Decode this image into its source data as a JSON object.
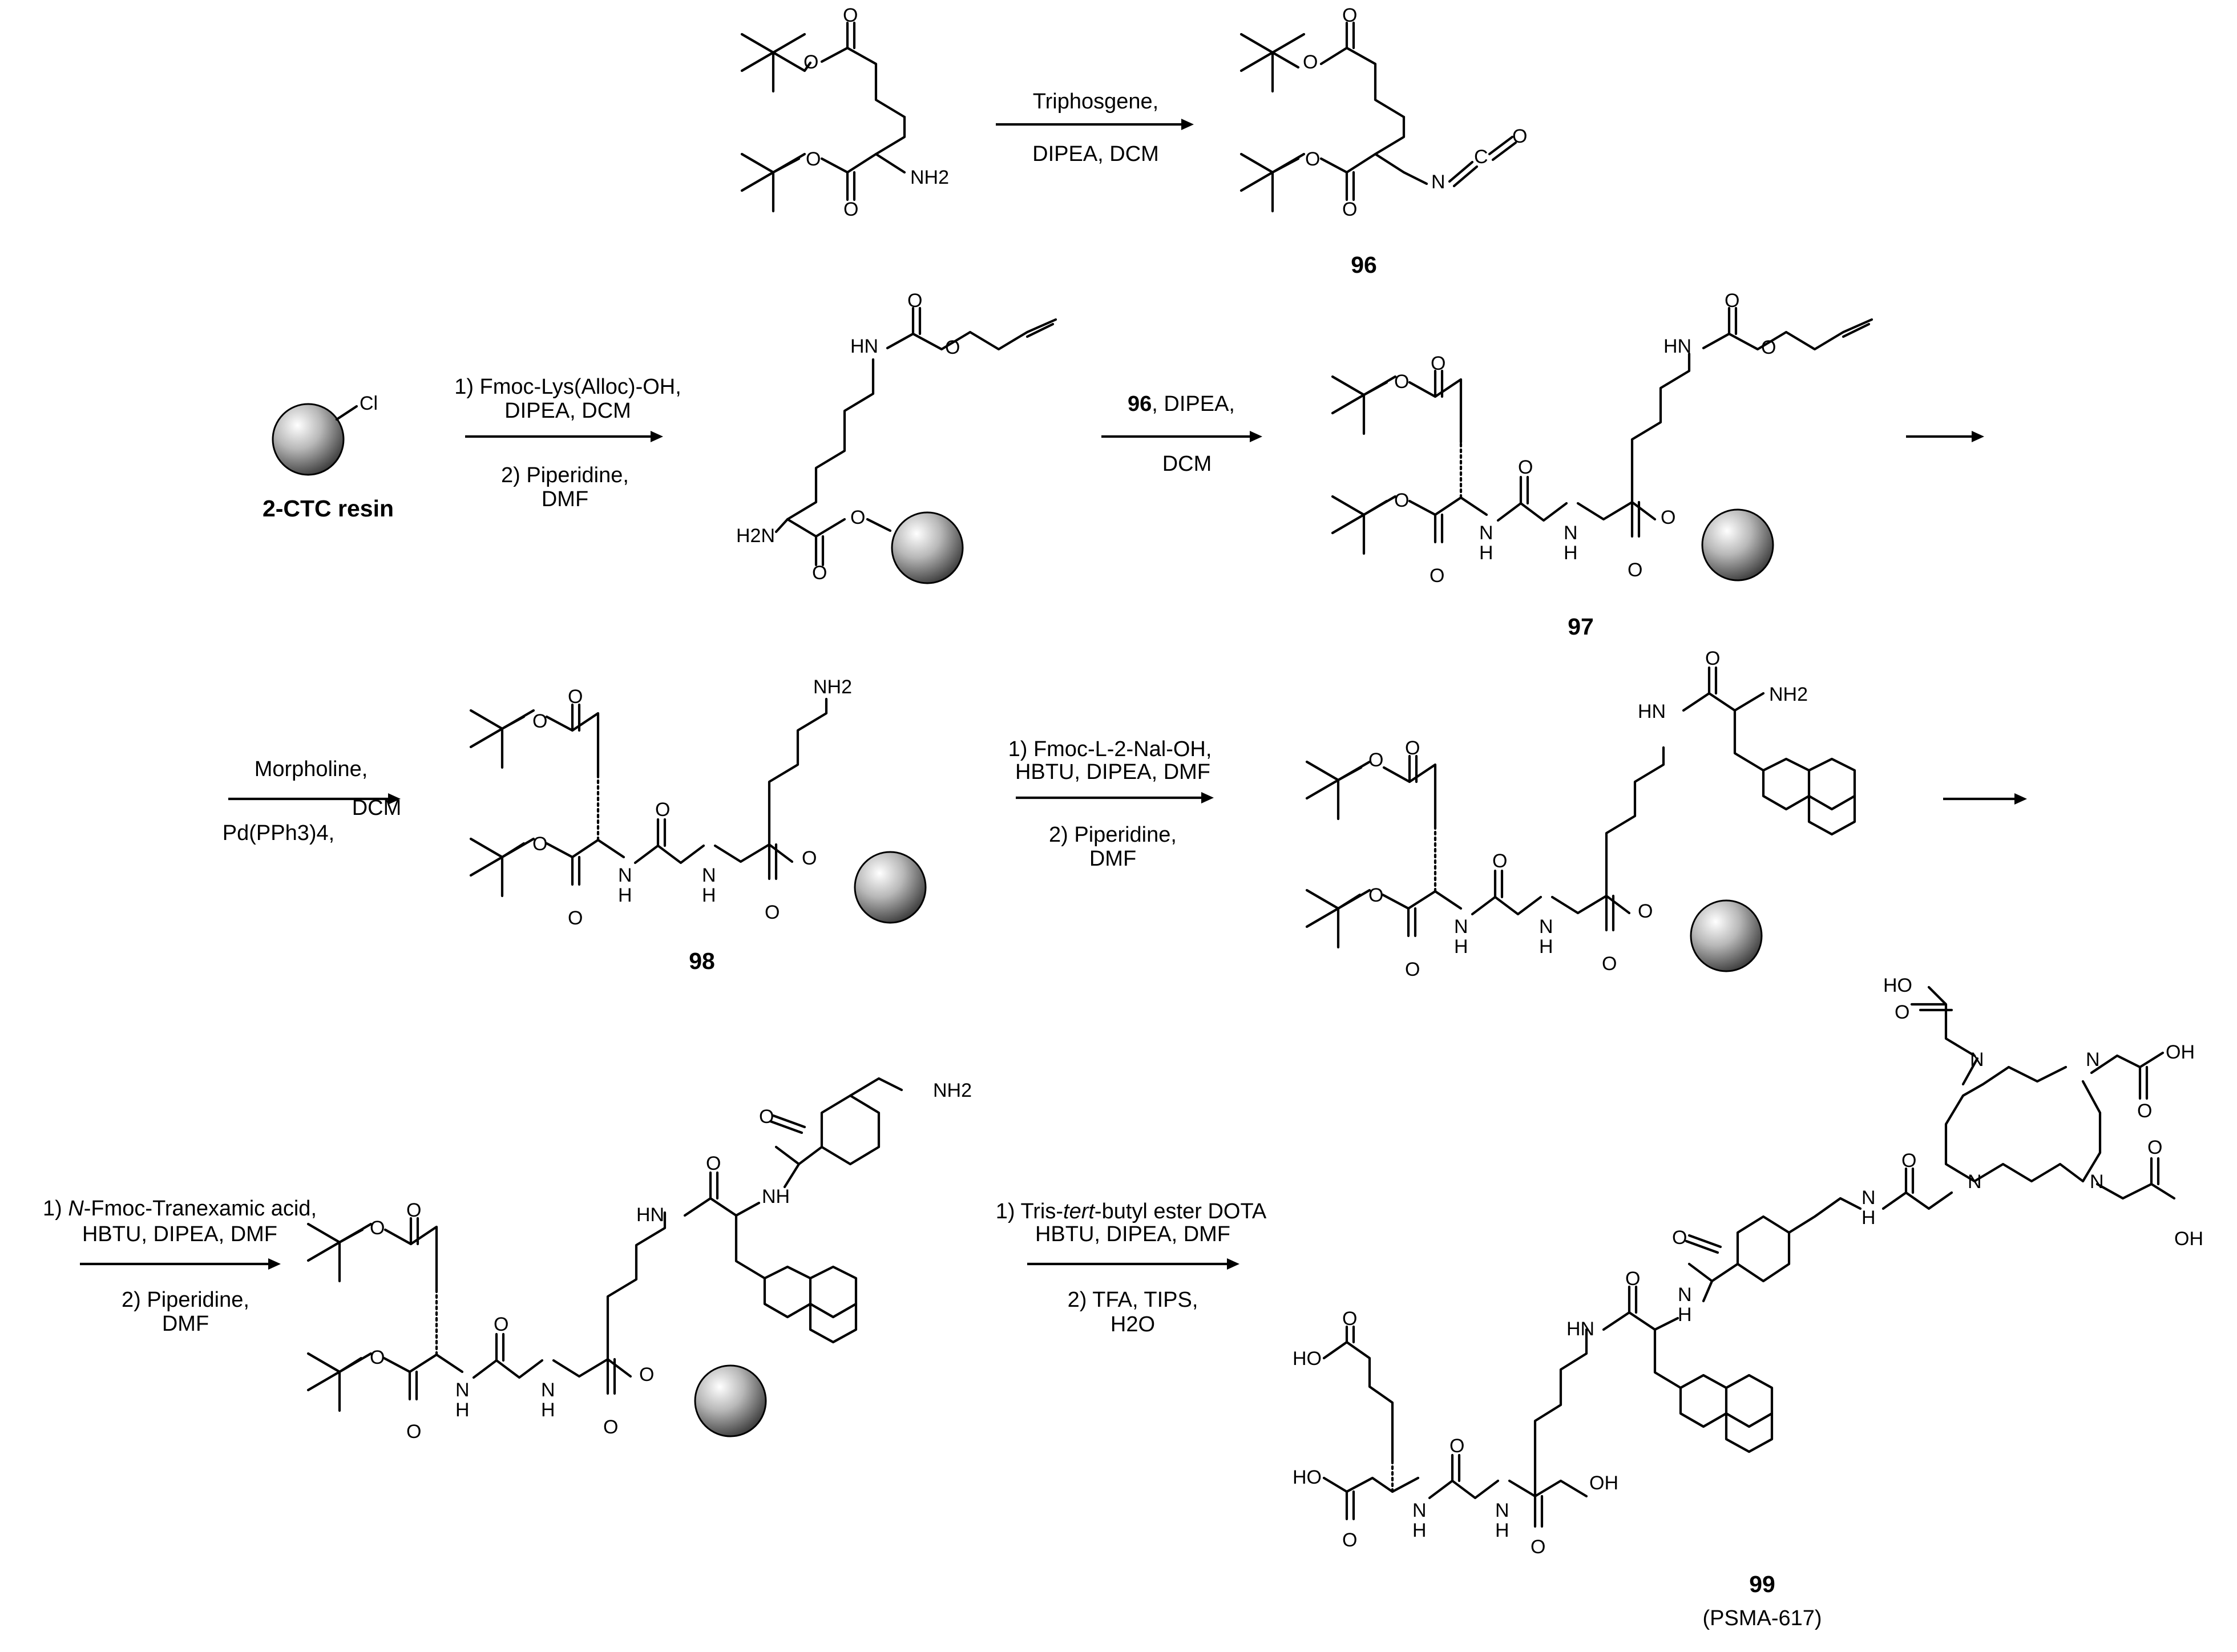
{
  "scheme": {
    "reagents": {
      "step1_line1": "Triphosgene,",
      "step1_line2": "DIPEA, DCM",
      "step2_line1": "1) Fmoc-Lys(Alloc)-OH,",
      "step2_line2": "DIPEA, DCM",
      "step2_line3": "2) Piperidine,",
      "step2_line4": "DMF",
      "step3_bold": "96",
      "step3_rest": ", DIPEA,",
      "step3_line2": "DCM",
      "step4_line1": "Morpholine,",
      "step4_line2": "DCM",
      "step4_line3": "Pd(PPh3)4,",
      "step5_line1": "1) Fmoc-L-2-Nal-OH,",
      "step5_line2": "HBTU, DIPEA, DMF",
      "step5_line3": "2) Piperidine,",
      "step5_line4": "DMF",
      "step6_line1_prefix": "1) ",
      "step6_line1_italic": "N",
      "step6_line1_rest": "-Fmoc-Tranexamic acid,",
      "step6_line2": "HBTU, DIPEA, DMF",
      "step6_line3": "2) Piperidine,",
      "step6_line4": "DMF",
      "step7_line1_prefix": "1) Tris-",
      "step7_line1_italic": "tert",
      "step7_line1_rest": "-butyl ester DOTA",
      "step7_line2": "HBTU, DIPEA, DMF",
      "step7_line3": "2) TFA, TIPS,",
      "step7_line4": "H2O"
    },
    "compounds": {
      "resin_label": "2-CTC resin",
      "c96": "96",
      "c97": "97",
      "c98": "98",
      "c99": "99",
      "c99_name": "(PSMA-617)"
    },
    "atoms": {
      "o": "O",
      "nh2": "NH2",
      "nh": "NH",
      "hn": "HN",
      "h2n": "H2N",
      "n": "N",
      "h": "H",
      "cl": "Cl",
      "c": "C",
      "ho": "HO",
      "oh": "OH"
    }
  }
}
